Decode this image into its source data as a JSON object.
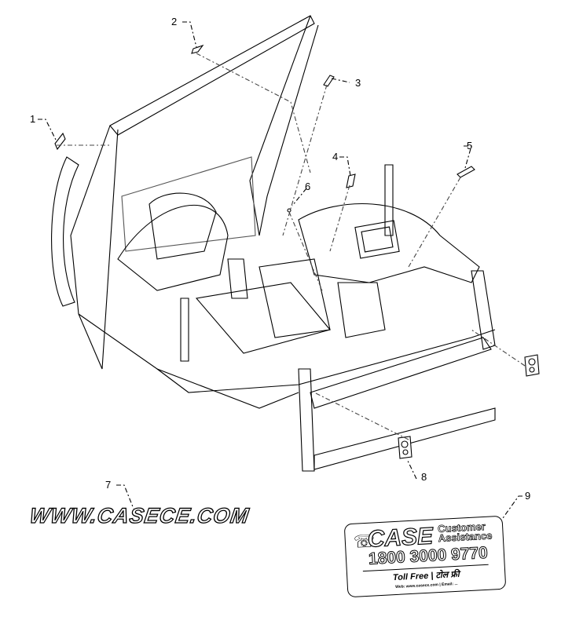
{
  "callouts": [
    "1",
    "2",
    "3",
    "4",
    "5",
    "6",
    "7",
    "8",
    "9"
  ],
  "decal_7": {
    "text": "WWW.CASECE.COM"
  },
  "decal_9": {
    "brand": "CASE",
    "title_line1": "Customer",
    "title_line2": "Assistance",
    "phone": "1800 3000 9770",
    "toll_free": "Toll Free | टोल फ्री",
    "contact": "Web: www.casece.com | Email: ..."
  }
}
